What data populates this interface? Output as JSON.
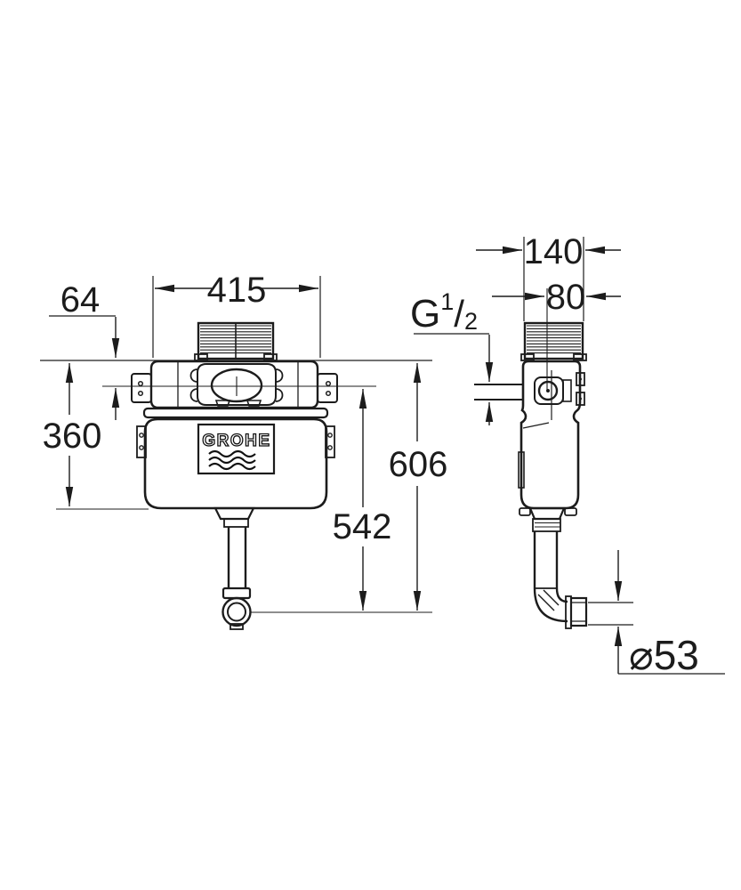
{
  "drawing": {
    "brand_logo": "GROHE",
    "dimensions": {
      "width_front": "415",
      "top_to_inlet": "64",
      "body_height": "360",
      "inlet_to_outlet": "542",
      "total_height": "606",
      "depth": "140",
      "front_to_inlet": "80",
      "outlet_diameter": "⌀53",
      "inlet_thread_prefix": "G",
      "inlet_thread_numerator": "1",
      "inlet_thread_slash": "/",
      "inlet_thread_denominator": "2"
    },
    "colors": {
      "line": "#1c1c1c",
      "background": "#ffffff"
    }
  }
}
